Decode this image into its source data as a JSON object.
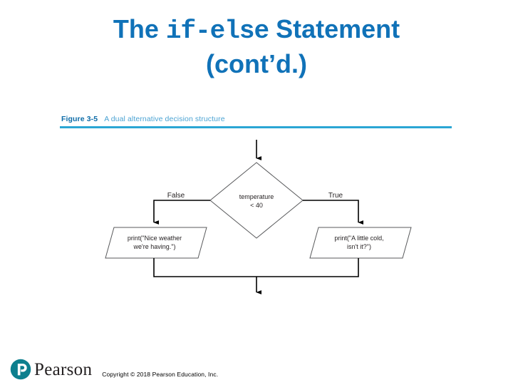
{
  "slide": {
    "title_prefix": "The ",
    "title_code": "if-else",
    "title_suffix": " Statement",
    "title_line2": "(cont’d.)",
    "title_color": "#1072b8"
  },
  "figure": {
    "label": "Figure 3-5",
    "description": "A dual alternative decision structure",
    "rule_color": "#2ba6d4",
    "label_color": "#0d6ca8",
    "description_color": "#4ba3d3"
  },
  "flowchart": {
    "type": "dual-alternative-decision",
    "decision": {
      "line1": "temperature",
      "line2": "< 40"
    },
    "branches": {
      "left_label": "False",
      "right_label": "True"
    },
    "left_process": {
      "line1": "print(\"Nice weather",
      "line2": "we're having.\")"
    },
    "right_process": {
      "line1": "print(\"A little cold,",
      "line2": "isn't it?\")"
    },
    "shape_stroke": "#58595b",
    "connector_stroke": "#000000"
  },
  "footer": {
    "brand": "Pearson",
    "copyright": "Copyright © 2018 Pearson Education, Inc.",
    "logo_color": "#0d7f8e"
  }
}
